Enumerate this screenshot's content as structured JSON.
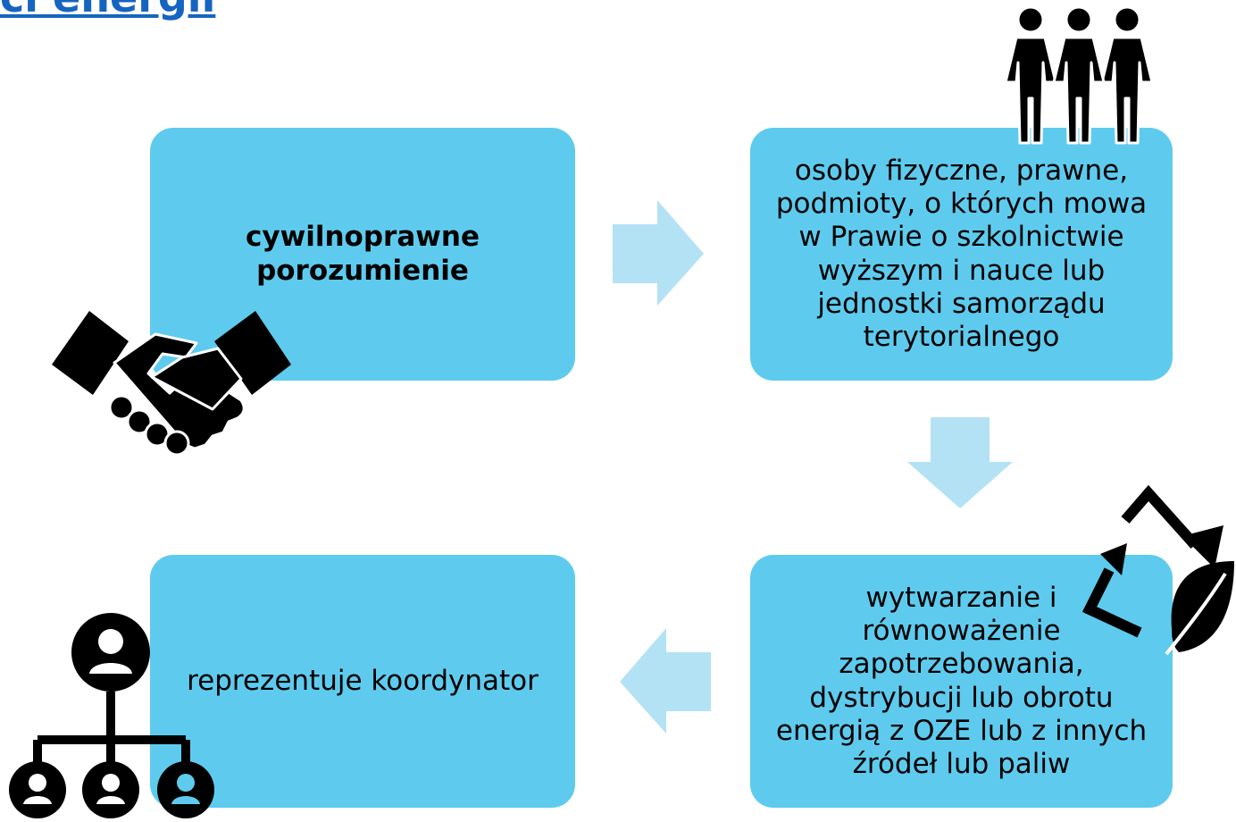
{
  "title": "ci energii",
  "steps": [
    {
      "text": "cywilnoprawne porozumienie"
    },
    {
      "text": "osoby fizyczne, prawne, podmioty, o których mowa w Prawie o szkolnictwie wyższym i nauce lub jednostki samorządu terytorialnego"
    },
    {
      "text": "wytwarzanie i równoważenie zapotrzebowania, dystrybucji lub obrotu energią z OZE lub z innych źródeł lub paliw"
    },
    {
      "text": "reprezentuje koordynator"
    }
  ],
  "icons": [
    "handshake-icon",
    "people-icon",
    "recycle-leaf-icon",
    "org-chart-icon"
  ],
  "colors": {
    "box": "#5ecbee",
    "arrow": "#b3e2f5",
    "title": "#1565c0",
    "icon": "#000000"
  }
}
